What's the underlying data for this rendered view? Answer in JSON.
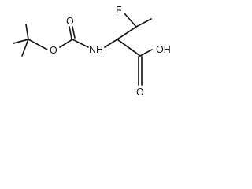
{
  "molecule": {
    "atom_labels": {
      "fluorine": "F",
      "ester_oxygen": "O",
      "carbonyl_oxygen_carbamate": "O",
      "amine": "NH",
      "hydroxyl": "OH",
      "carbonyl_oxygen_acid": "O"
    }
  }
}
